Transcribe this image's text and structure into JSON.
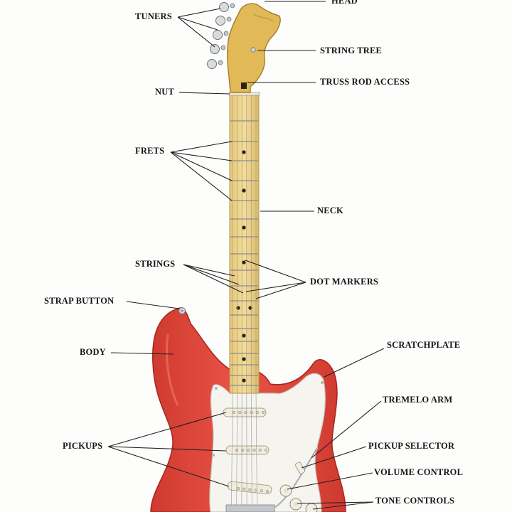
{
  "diagram": {
    "labels": {
      "head": "HEAD",
      "tuners": "TUNERS",
      "string_tree": "STRING TREE",
      "truss_rod_access": "TRUSS ROD ACCESS",
      "nut": "NUT",
      "frets": "FRETS",
      "neck": "NECK",
      "strings": "STRINGS",
      "dot_markers": "DOT MARKERS",
      "strap_button": "STRAP BUTTON",
      "body": "BODY",
      "scratchplate": "SCRATCHPLATE",
      "tremelo_arm": "TREMELO ARM",
      "pickups": "PICKUPS",
      "pickup_selector": "PICKUP SELECTOR",
      "volume_control": "VOLUME CONTROL",
      "tone_controls": "TONE CONTROLS"
    },
    "colors": {
      "body": "#e1473c",
      "body_edge": "#a8281f",
      "maple": "#f1d58c",
      "fret": "#8a8a86",
      "dot": "#2a2018",
      "pickguard": "#f6f4ef",
      "pickup": "#f1ecdc",
      "chrome": "#b9bcc0",
      "leader": "#202020"
    }
  }
}
